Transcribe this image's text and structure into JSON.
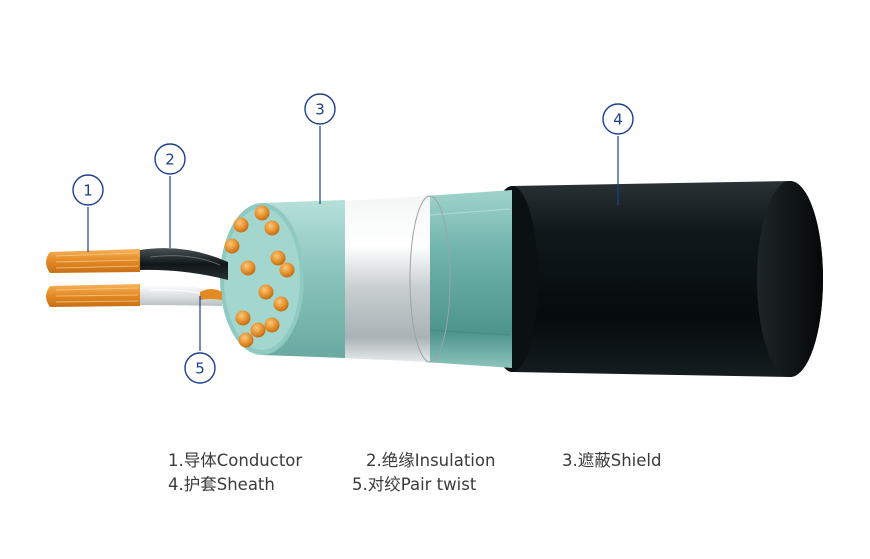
{
  "callouts": [
    {
      "number": "1",
      "name": "conductor"
    },
    {
      "number": "2",
      "name": "insulation"
    },
    {
      "number": "3",
      "name": "shield"
    },
    {
      "number": "4",
      "name": "sheath"
    },
    {
      "number": "5",
      "name": "pair-twist"
    }
  ],
  "legend": {
    "row1": [
      "1.导体Conductor",
      "2.绝缘Insulation",
      "3.遮蔽Shield"
    ],
    "row2": [
      "4.护套Sheath",
      "5.对绞Pair twist"
    ]
  },
  "colors": {
    "callout_blue": "#1b3f8f",
    "sheath_black": "#0e1518",
    "shield_silver": "#d9dee0",
    "insulation_teal": "#7fbcb4",
    "conductor_orange": "#e8902a"
  }
}
